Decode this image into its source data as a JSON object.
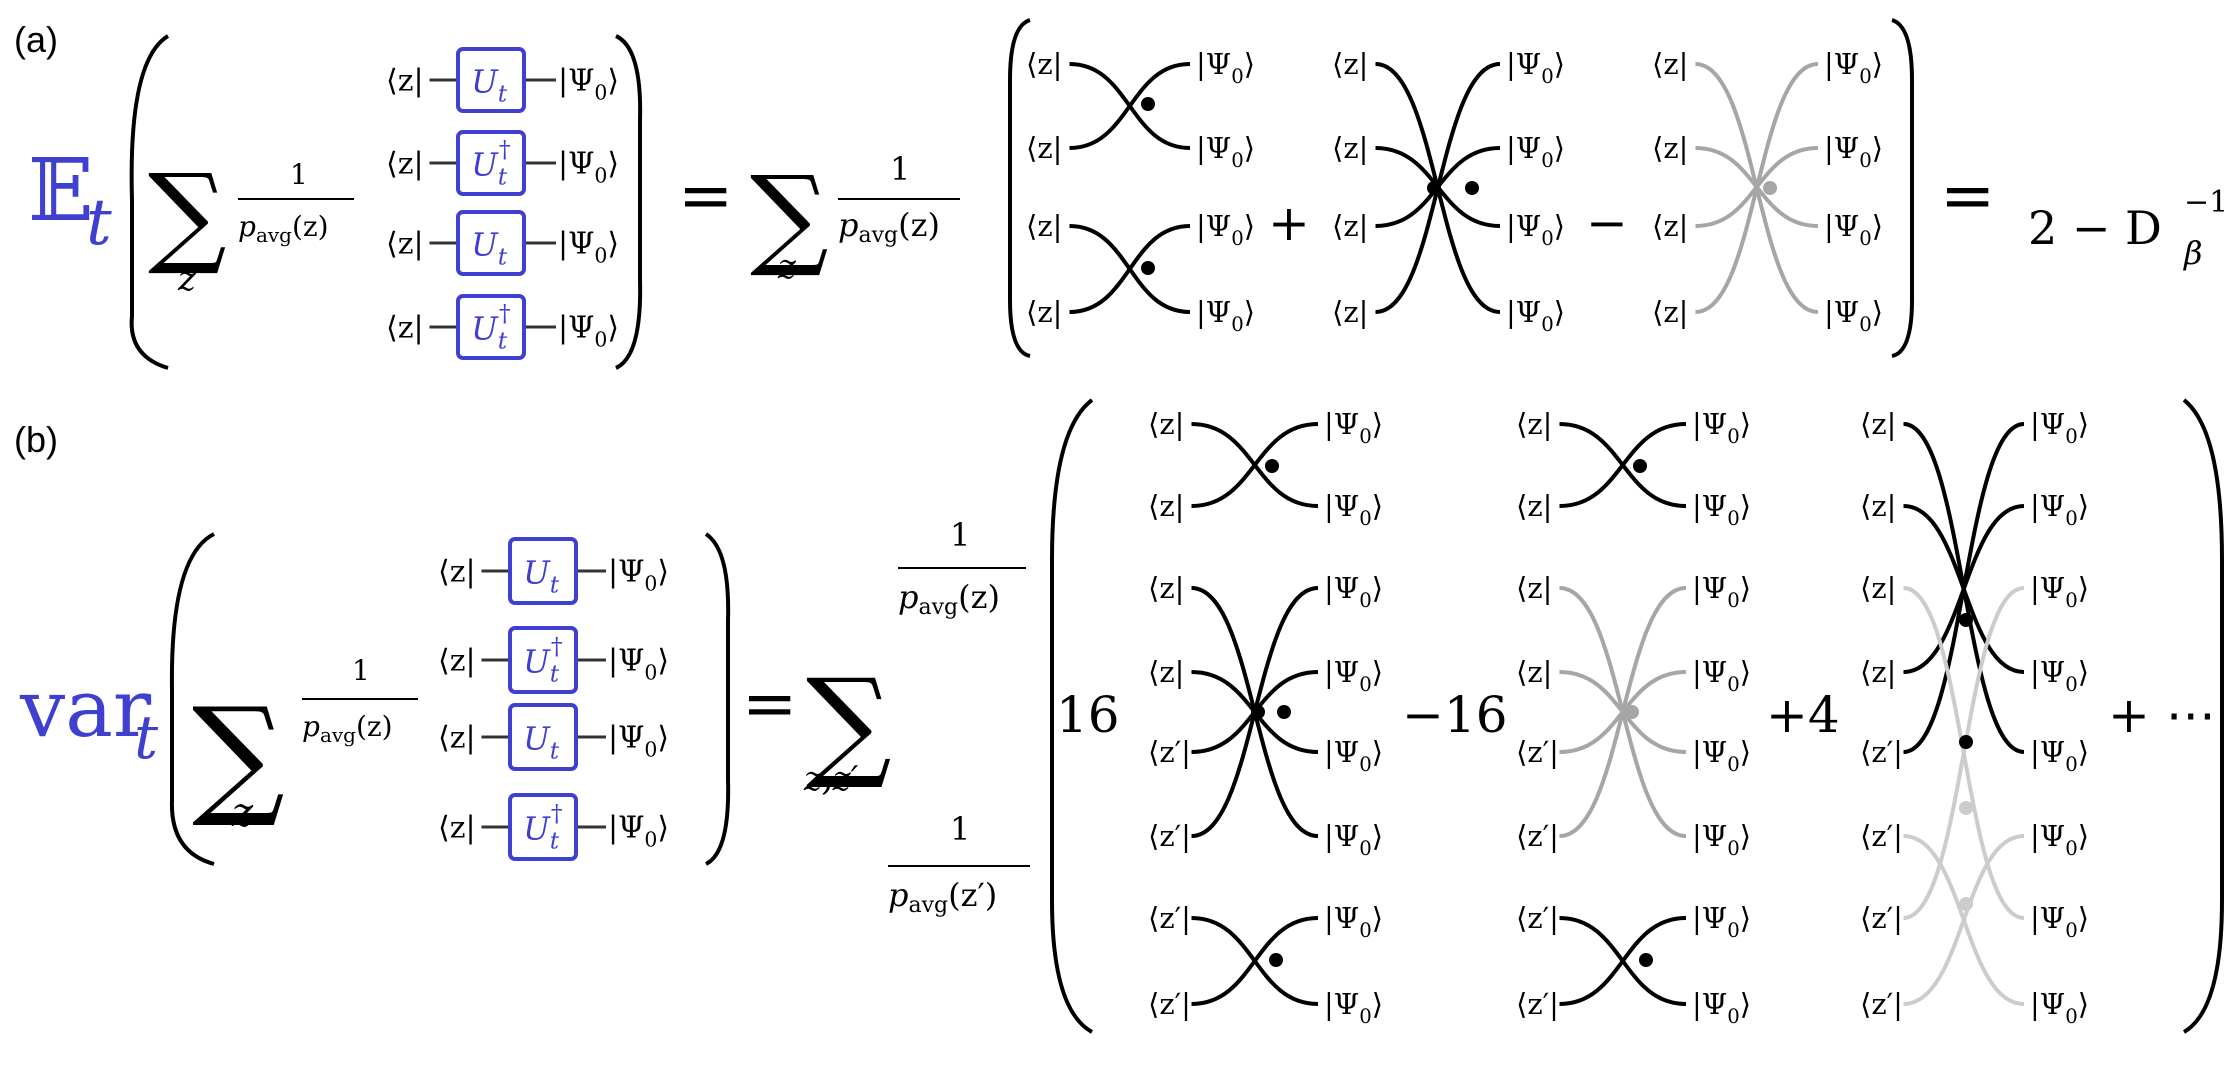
{
  "panel_labels": {
    "a": "(a)",
    "b": "(b)"
  },
  "symbols": {
    "bra_z": "⟨z|",
    "bra_zp": "⟨z′|",
    "ket_psi": "|Ψ",
    "ket_angle": "⟩",
    "psi_sub": "0",
    "U": "U",
    "U_sub": "t",
    "dagger": "†",
    "sigma": "∑",
    "one": "1",
    "p": "p",
    "avg": "avg",
    "arg_z": "(z)",
    "arg_zp": "(z′)",
    "sum_z": "z",
    "sum_zzp": "z,z′",
    "equals": "=",
    "plus": "+",
    "minus": "−"
  },
  "panel_a": {
    "expect_op": "𝔼",
    "expect_sub": "t",
    "rhs_prefix": "2 − D",
    "rhs_sub": "β",
    "rhs_sup": "−1"
  },
  "panel_b": {
    "var_op": "var",
    "var_sub": "t",
    "coef_1": "16",
    "coef_2": "−16",
    "coef_3": "+4",
    "tail": "+ ⋯"
  },
  "colors": {
    "blue": "#3f3fd0",
    "black": "#000000",
    "gray": "#a6a6a6",
    "light_gray": "#cccccc"
  }
}
